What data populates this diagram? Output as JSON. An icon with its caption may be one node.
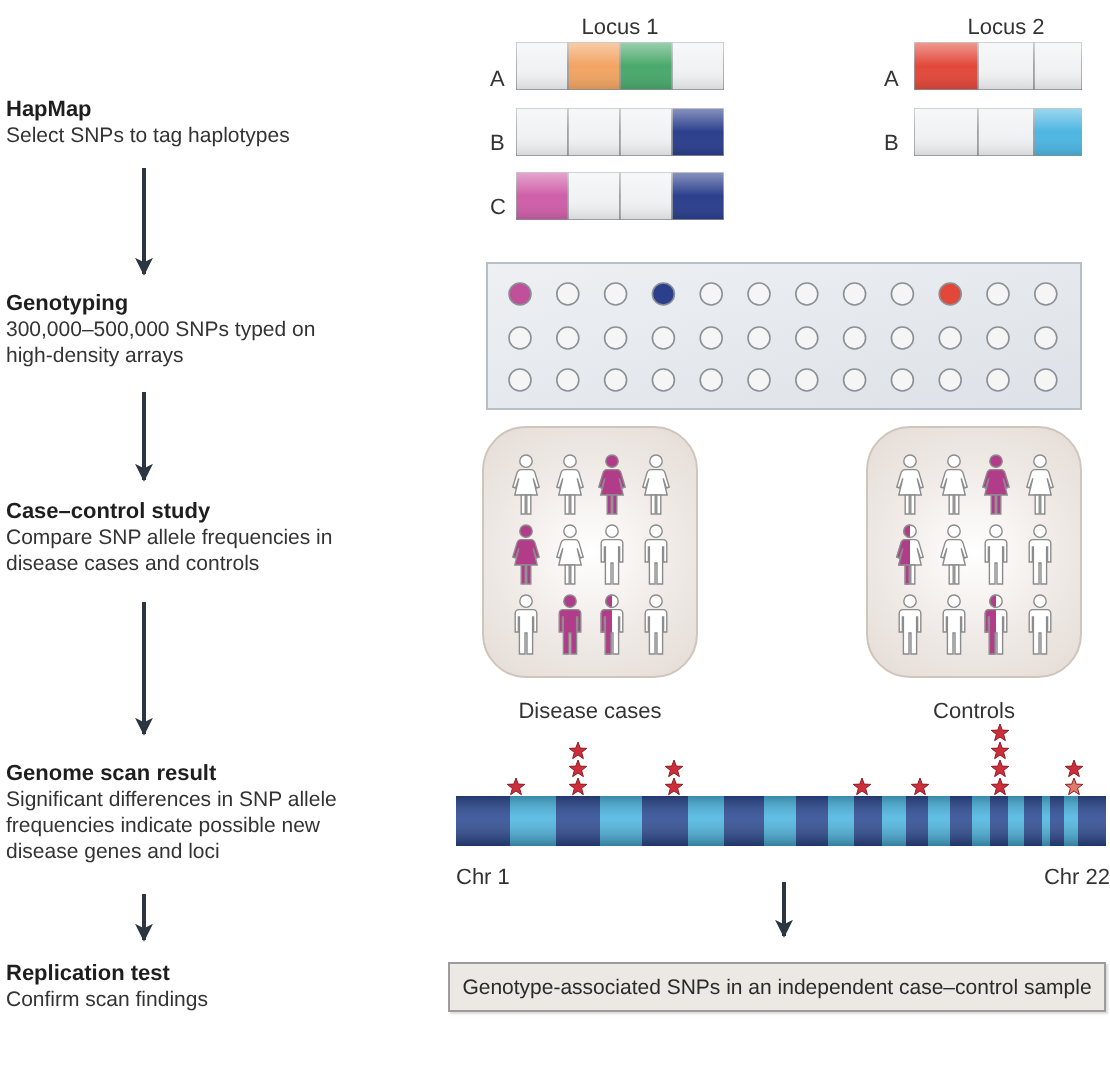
{
  "diagram": {
    "nodes": [
      {
        "text": [
          "HapMap",
          "Select SNPs to tag haplotypes"
        ]
      },
      {
        "text": [
          "Genotyping",
          "300,000–500,000 SNPs typed on high-density arrays"
        ]
      },
      {
        "text": [
          "Case–control study",
          "Compare SNP allele frequencies in disease cases and controls"
        ]
      },
      {
        "text": [
          "Genome scan result",
          "Significant differences in SNP allele frequencies indicate possible new disease genes and loci"
        ]
      },
      {
        "text": [
          "Replication test",
          "Confirm scan findings"
        ]
      },
      {
        "text": [],
        "shape": "box",
        "beside": [
          "Disease cases"
        ]
      },
      {
        "text": [],
        "shape": "box",
        "beside": [
          "Controls"
        ]
      },
      {
        "text": [],
        "shape": "bar",
        "beside": [
          "Chr 1",
          "Chr 22"
        ]
      },
      {
        "text": [
          "Genotype-associated SNPs in an independent case–control sample"
        ]
      }
    ],
    "edges": [
      {
        "from": 0,
        "to": 1,
        "arrow": "to"
      },
      {
        "from": 1,
        "to": 2,
        "arrow": "to"
      },
      {
        "from": 2,
        "to": 3,
        "arrow": "to"
      },
      {
        "from": 3,
        "to": 4,
        "arrow": "to"
      },
      {
        "from": 7,
        "to": 8,
        "arrow": "to"
      }
    ],
    "labels": [
      "Locus 1",
      "Locus 2",
      "A",
      "A",
      "B",
      "B",
      "C"
    ]
  }
}
